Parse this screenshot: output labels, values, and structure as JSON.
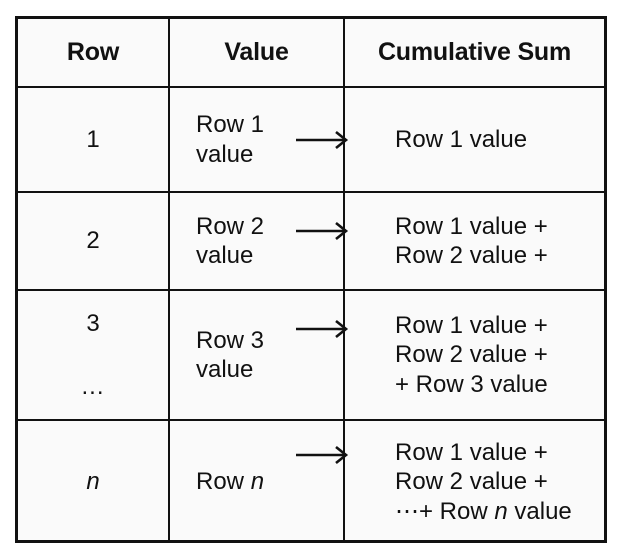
{
  "table": {
    "columns": [
      {
        "key": "row",
        "label": "Row"
      },
      {
        "key": "value",
        "label": "Value"
      },
      {
        "key": "cumulative",
        "label": "Cumulative Sum"
      }
    ],
    "arrow_icon": "right-arrow-icon",
    "arrow_glyph": "→",
    "rows": [
      {
        "index": "1",
        "index_italic": false,
        "index_continuation": "",
        "value_lines": [
          "Row 1",
          "value"
        ],
        "cumulative_lines": [
          "Row 1 value"
        ]
      },
      {
        "index": "2",
        "index_italic": false,
        "index_continuation": "",
        "value_lines": [
          "Row 2",
          "value"
        ],
        "cumulative_lines": [
          "Row 1 value +",
          "Row 2 value +"
        ]
      },
      {
        "index": "3",
        "index_italic": false,
        "index_continuation": "...",
        "value_lines": [
          "Row 3",
          "value"
        ],
        "cumulative_lines": [
          "Row 1 value +",
          "Row 2 value +",
          "+ Row 3 value"
        ]
      },
      {
        "index": "n",
        "index_italic": true,
        "index_continuation": "",
        "value_lines": [
          "Row n"
        ],
        "value_italic_tail": "n",
        "cumulative_lines": [
          "Row 1 value +",
          "Row 2 value +",
          "⋯+ Row n value"
        ],
        "cumulative_italic_tail": "n"
      }
    ]
  },
  "colors": {
    "border": "#111111",
    "text": "#111111",
    "cell_background": "#fafafa",
    "page_background": "#ffffff"
  }
}
